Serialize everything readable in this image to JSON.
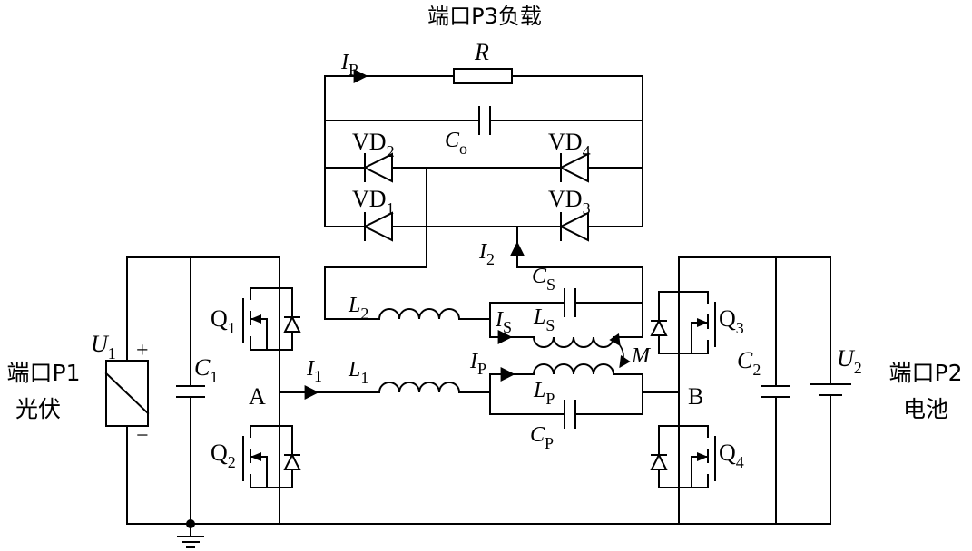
{
  "ports": {
    "p3_load": "端口P3负载",
    "p1_line1": "端口P1",
    "p1_line2": "光伏",
    "p2_line1": "端口P2",
    "p2_line2": "电池"
  },
  "labels": {
    "IR_sym": "I",
    "IR_sub": "R",
    "R": "R",
    "Co_sym": "C",
    "Co_sub": "o",
    "VD2_sym": "VD",
    "VD2_sub": "2",
    "VD4_sym": "VD",
    "VD4_sub": "4",
    "VD1_sym": "VD",
    "VD1_sub": "1",
    "VD3_sym": "VD",
    "VD3_sub": "3",
    "I2_sym": "I",
    "I2_sub": "2",
    "CS_sym": "C",
    "CS_sub": "S",
    "L2_sym": "L",
    "L2_sub": "2",
    "IS_sym": "I",
    "IS_sub": "S",
    "LS_sym": "L",
    "LS_sub": "S",
    "M": "M",
    "L1_sym": "L",
    "L1_sub": "1",
    "IP_sym": "I",
    "IP_sub": "P",
    "LP_sym": "L",
    "LP_sub": "P",
    "CP_sym": "C",
    "CP_sub": "P",
    "I1_sym": "I",
    "I1_sub": "1",
    "A": "A",
    "B": "B",
    "Q1_sym": "Q",
    "Q1_sub": "1",
    "Q2_sym": "Q",
    "Q2_sub": "2",
    "Q3_sym": "Q",
    "Q3_sub": "3",
    "Q4_sym": "Q",
    "Q4_sub": "4",
    "U1_sym": "U",
    "U1_sub": "1",
    "U2_sym": "U",
    "U2_sub": "2",
    "C1_sym": "C",
    "C1_sub": "1",
    "C2_sym": "C",
    "C2_sub": "2",
    "plus": "+",
    "minus": "−"
  }
}
